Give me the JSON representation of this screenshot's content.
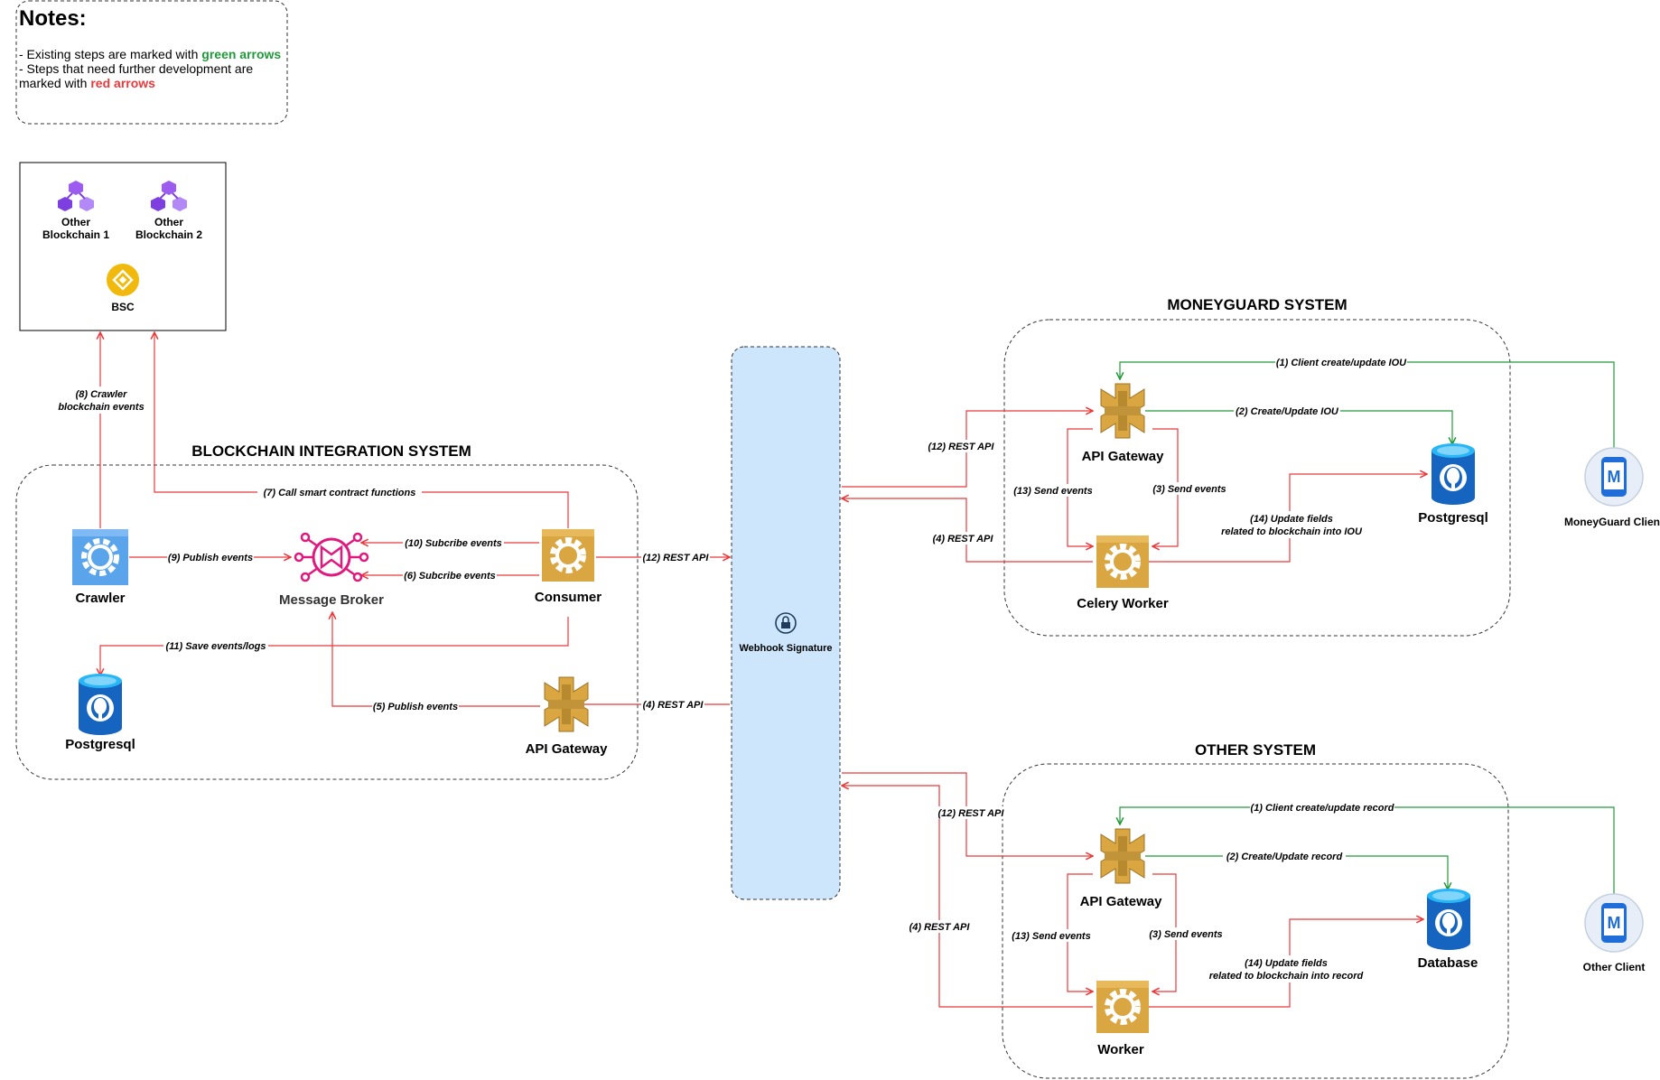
{
  "notes": {
    "title": "Notes:",
    "line1_prefix": "- Existing steps are marked with ",
    "line1_highlight": "green arrows",
    "line2": "- Steps that need further development are",
    "line3_prefix": "marked with ",
    "line3_highlight": "red arrows"
  },
  "colors": {
    "existing_arrow": "#22993a",
    "todo_arrow": "#e8393b",
    "gateway_gold": "#d9a641",
    "webhook_fill": "#cde6fb",
    "broker_pink": "#e0197e",
    "crawler_blue": "#5aa4ec"
  },
  "chains": {
    "other1_line1": "Other",
    "other1_line2": "Blockchain 1",
    "other2_line1": "Other",
    "other2_line2": "Blockchain 2",
    "bsc": "BSC",
    "icons": [
      "blockchain-cubes-icon",
      "blockchain-cubes-icon",
      "bsc-coin-icon"
    ]
  },
  "blockchain_system": {
    "title": "BLOCKCHAIN INTEGRATION SYSTEM",
    "crawler": "Crawler",
    "broker": "Message Broker",
    "consumer": "Consumer",
    "postgres": "Postgresql",
    "gateway": "API Gateway"
  },
  "webhook": {
    "label": "Webhook Signature",
    "icon": "lock-icon"
  },
  "moneyguard_system": {
    "title": "MONEYGUARD SYSTEM",
    "gateway": "API Gateway",
    "worker": "Celery Worker",
    "db": "Postgresql",
    "client": "MoneyGuard Client"
  },
  "other_system": {
    "title": "OTHER SYSTEM",
    "gateway": "API Gateway",
    "worker": "Worker",
    "db": "Database",
    "client": "Other Client"
  },
  "edges": {
    "crawler_events_1": "(8) Crawler",
    "crawler_events_2": "blockchain events",
    "call_contract": "(7) Call smart contract functions",
    "publish9": "(9) Publish events",
    "subscribe10": "(10) Subcribe events",
    "subscribe6": "(6) Subcribe events",
    "save11": "(11) Save events/logs",
    "publish5": "(5) Publish events",
    "rest12_out": "(12) REST API",
    "rest4_in": "(4) REST API",
    "mg_client_create": "(1) Client create/update IOU",
    "mg_create_iou": "(2) Create/Update IOU",
    "mg_rest12": "(12) REST API",
    "mg_rest4": "(4) REST API",
    "mg_send13": "(13) Send events",
    "mg_send3": "(3) Send events",
    "mg_update14_1": "(14) Update fields",
    "mg_update14_2": "related to blockchain into IOU",
    "os_client_create": "(1) Client create/update record",
    "os_create_record": "(2) Create/Update record",
    "os_rest12": "(12) REST API",
    "os_rest4": "(4) REST API",
    "os_send13": "(13) Send events",
    "os_send3": "(3) Send events",
    "os_update14_1": "(14) Update fields",
    "os_update14_2": "related to blockchain into record"
  }
}
